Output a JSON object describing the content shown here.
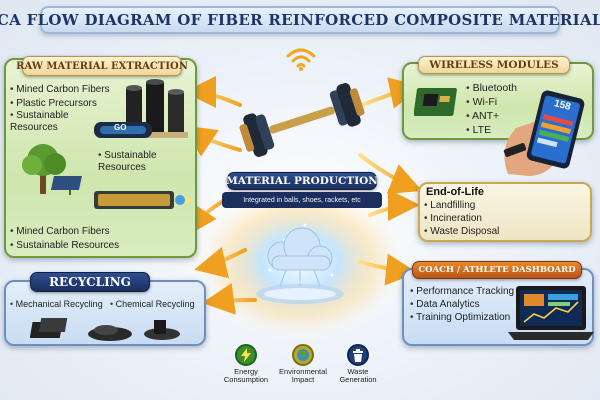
{
  "title": "LCA FLOW DIAGRAM OF FIBER REINFORCED COMPOSITE MATERIALS",
  "raw": {
    "title": "RAW MATERIAL EXTRACTION",
    "items_top": [
      "Mined Carbon Fibers",
      "Plastic Precursors",
      "Sustainable Resources"
    ],
    "item_mid": "Sustainable Resources",
    "items_bottom": [
      "Mined Carbon Fibers",
      "Sustainable Resources"
    ],
    "product_text": "GO"
  },
  "recycling": {
    "title": "RECYCLING",
    "items": [
      "Mechanical Recycling",
      "Chemical Recycling"
    ]
  },
  "wireless": {
    "title": "WIRELESS MODULES",
    "items": [
      "Bluetooth",
      "Wi-Fi",
      "ANT+",
      "LTE"
    ],
    "phone_value": "158"
  },
  "eol": {
    "title": "End-of-Life",
    "items": [
      "Landfilling",
      "Incineration",
      "Waste Disposal"
    ]
  },
  "production": {
    "title": "MATERIAL PRODUCTION",
    "subtitle": "Integrated in balls, shoes, rackets, etc"
  },
  "dashboard": {
    "title": "COACH / ATHLETE DASHBOARD",
    "items": [
      "Performance Tracking",
      "Data Analytics",
      "Training Optimization"
    ]
  },
  "indicators": [
    {
      "label_line1": "Energy",
      "label_line2": "Consumption",
      "icon": "lightning-bolt-icon",
      "color": "#3a8f2a"
    },
    {
      "label_line1": "Environmental",
      "label_line2": "Impact",
      "icon": "globe-icon",
      "color": "#9a8a1a"
    },
    {
      "label_line1": "Waste",
      "label_line2": "Generation",
      "icon": "trash-bin-icon",
      "color": "#1f3f7a"
    }
  ],
  "colors": {
    "green_accent": "#4f8a2a",
    "navy_accent": "#1a2f5e",
    "orange_accent": "#d06a22",
    "arrow_gold": "#f0b030"
  }
}
